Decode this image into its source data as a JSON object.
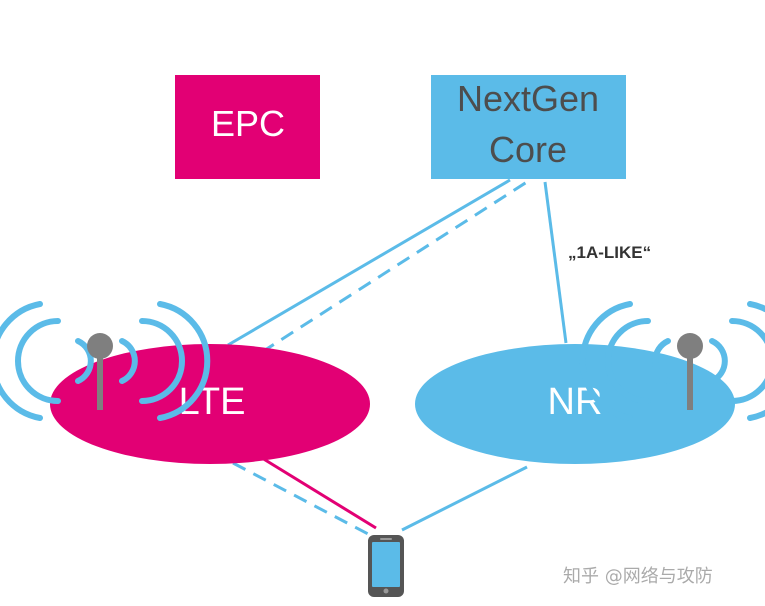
{
  "colors": {
    "magenta": "#e20074",
    "cyan": "#5bbbe8",
    "core_text": "#4d4d4d",
    "link_label": "#333333",
    "antenna_gray": "#7f7f7f",
    "background": "#ffffff"
  },
  "nodes": {
    "epc": {
      "label": "EPC"
    },
    "nextgen_core": {
      "label_line1": "NextGen",
      "label_line2": "Core"
    },
    "lte": {
      "label": "LTE"
    },
    "nr": {
      "label": "NR"
    }
  },
  "links": {
    "nr_core_label": "„1A-LIKE“"
  },
  "icons": {
    "lte_antenna": "antenna-icon",
    "nr_antenna": "antenna-icon",
    "device": "smartphone-icon"
  },
  "watermark": {
    "text": "知乎 @网络与攻防"
  }
}
